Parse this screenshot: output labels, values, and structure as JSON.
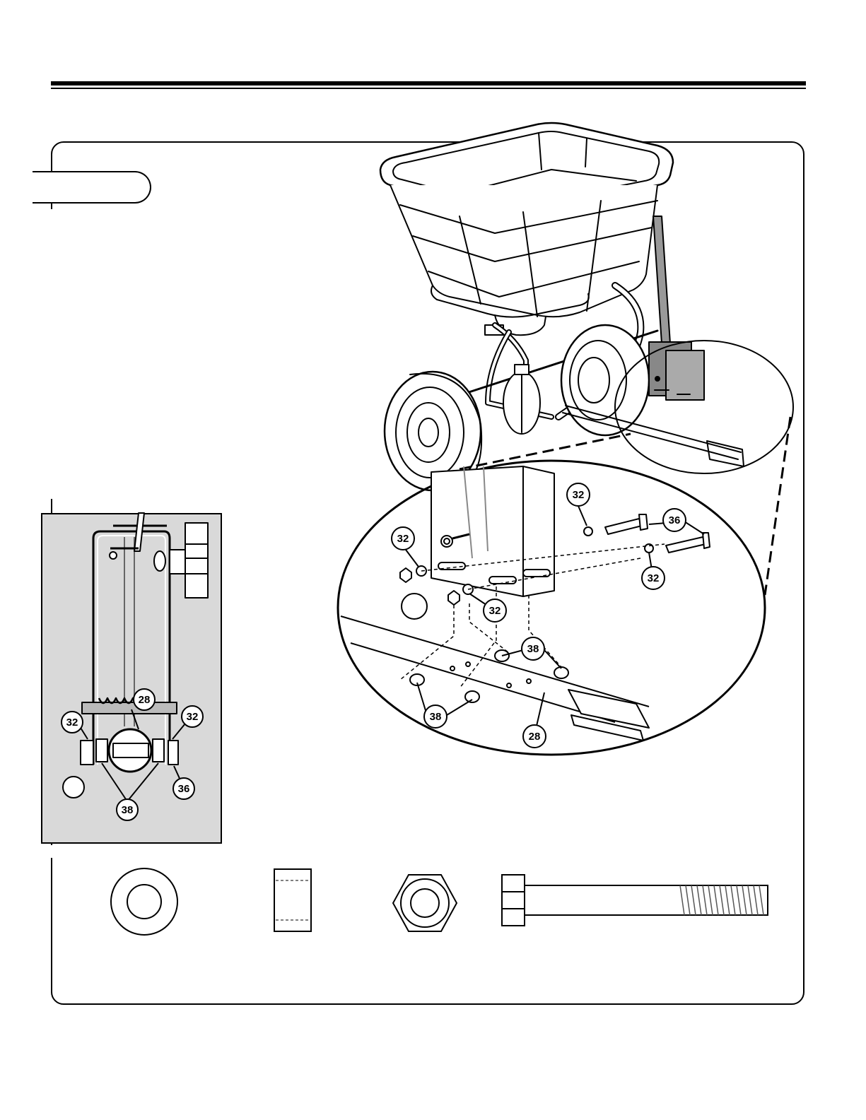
{
  "header": {
    "section_title": ""
  },
  "step": {
    "label": ""
  },
  "callouts": {
    "detail": [
      {
        "id": "c32-a",
        "text": "32"
      },
      {
        "id": "c32-b",
        "text": "32"
      },
      {
        "id": "c32-c",
        "text": "32"
      },
      {
        "id": "c32-d",
        "text": "32"
      },
      {
        "id": "c36",
        "text": "36"
      },
      {
        "id": "c38-a",
        "text": "38"
      },
      {
        "id": "c38-b",
        "text": "38"
      },
      {
        "id": "c28",
        "text": "28"
      },
      {
        "id": "c-blank",
        "text": ""
      }
    ],
    "inset": [
      {
        "id": "i28",
        "text": "28"
      },
      {
        "id": "i32-l",
        "text": "32"
      },
      {
        "id": "i32-r",
        "text": "32"
      },
      {
        "id": "i36",
        "text": "36"
      },
      {
        "id": "i38",
        "text": "38"
      },
      {
        "id": "i-blank",
        "text": ""
      }
    ]
  },
  "hardware_parts": [
    {
      "name": "washer",
      "label": ""
    },
    {
      "name": "spacer",
      "label": ""
    },
    {
      "name": "hex-nut",
      "label": ""
    },
    {
      "name": "hex-bolt",
      "label": ""
    }
  ]
}
